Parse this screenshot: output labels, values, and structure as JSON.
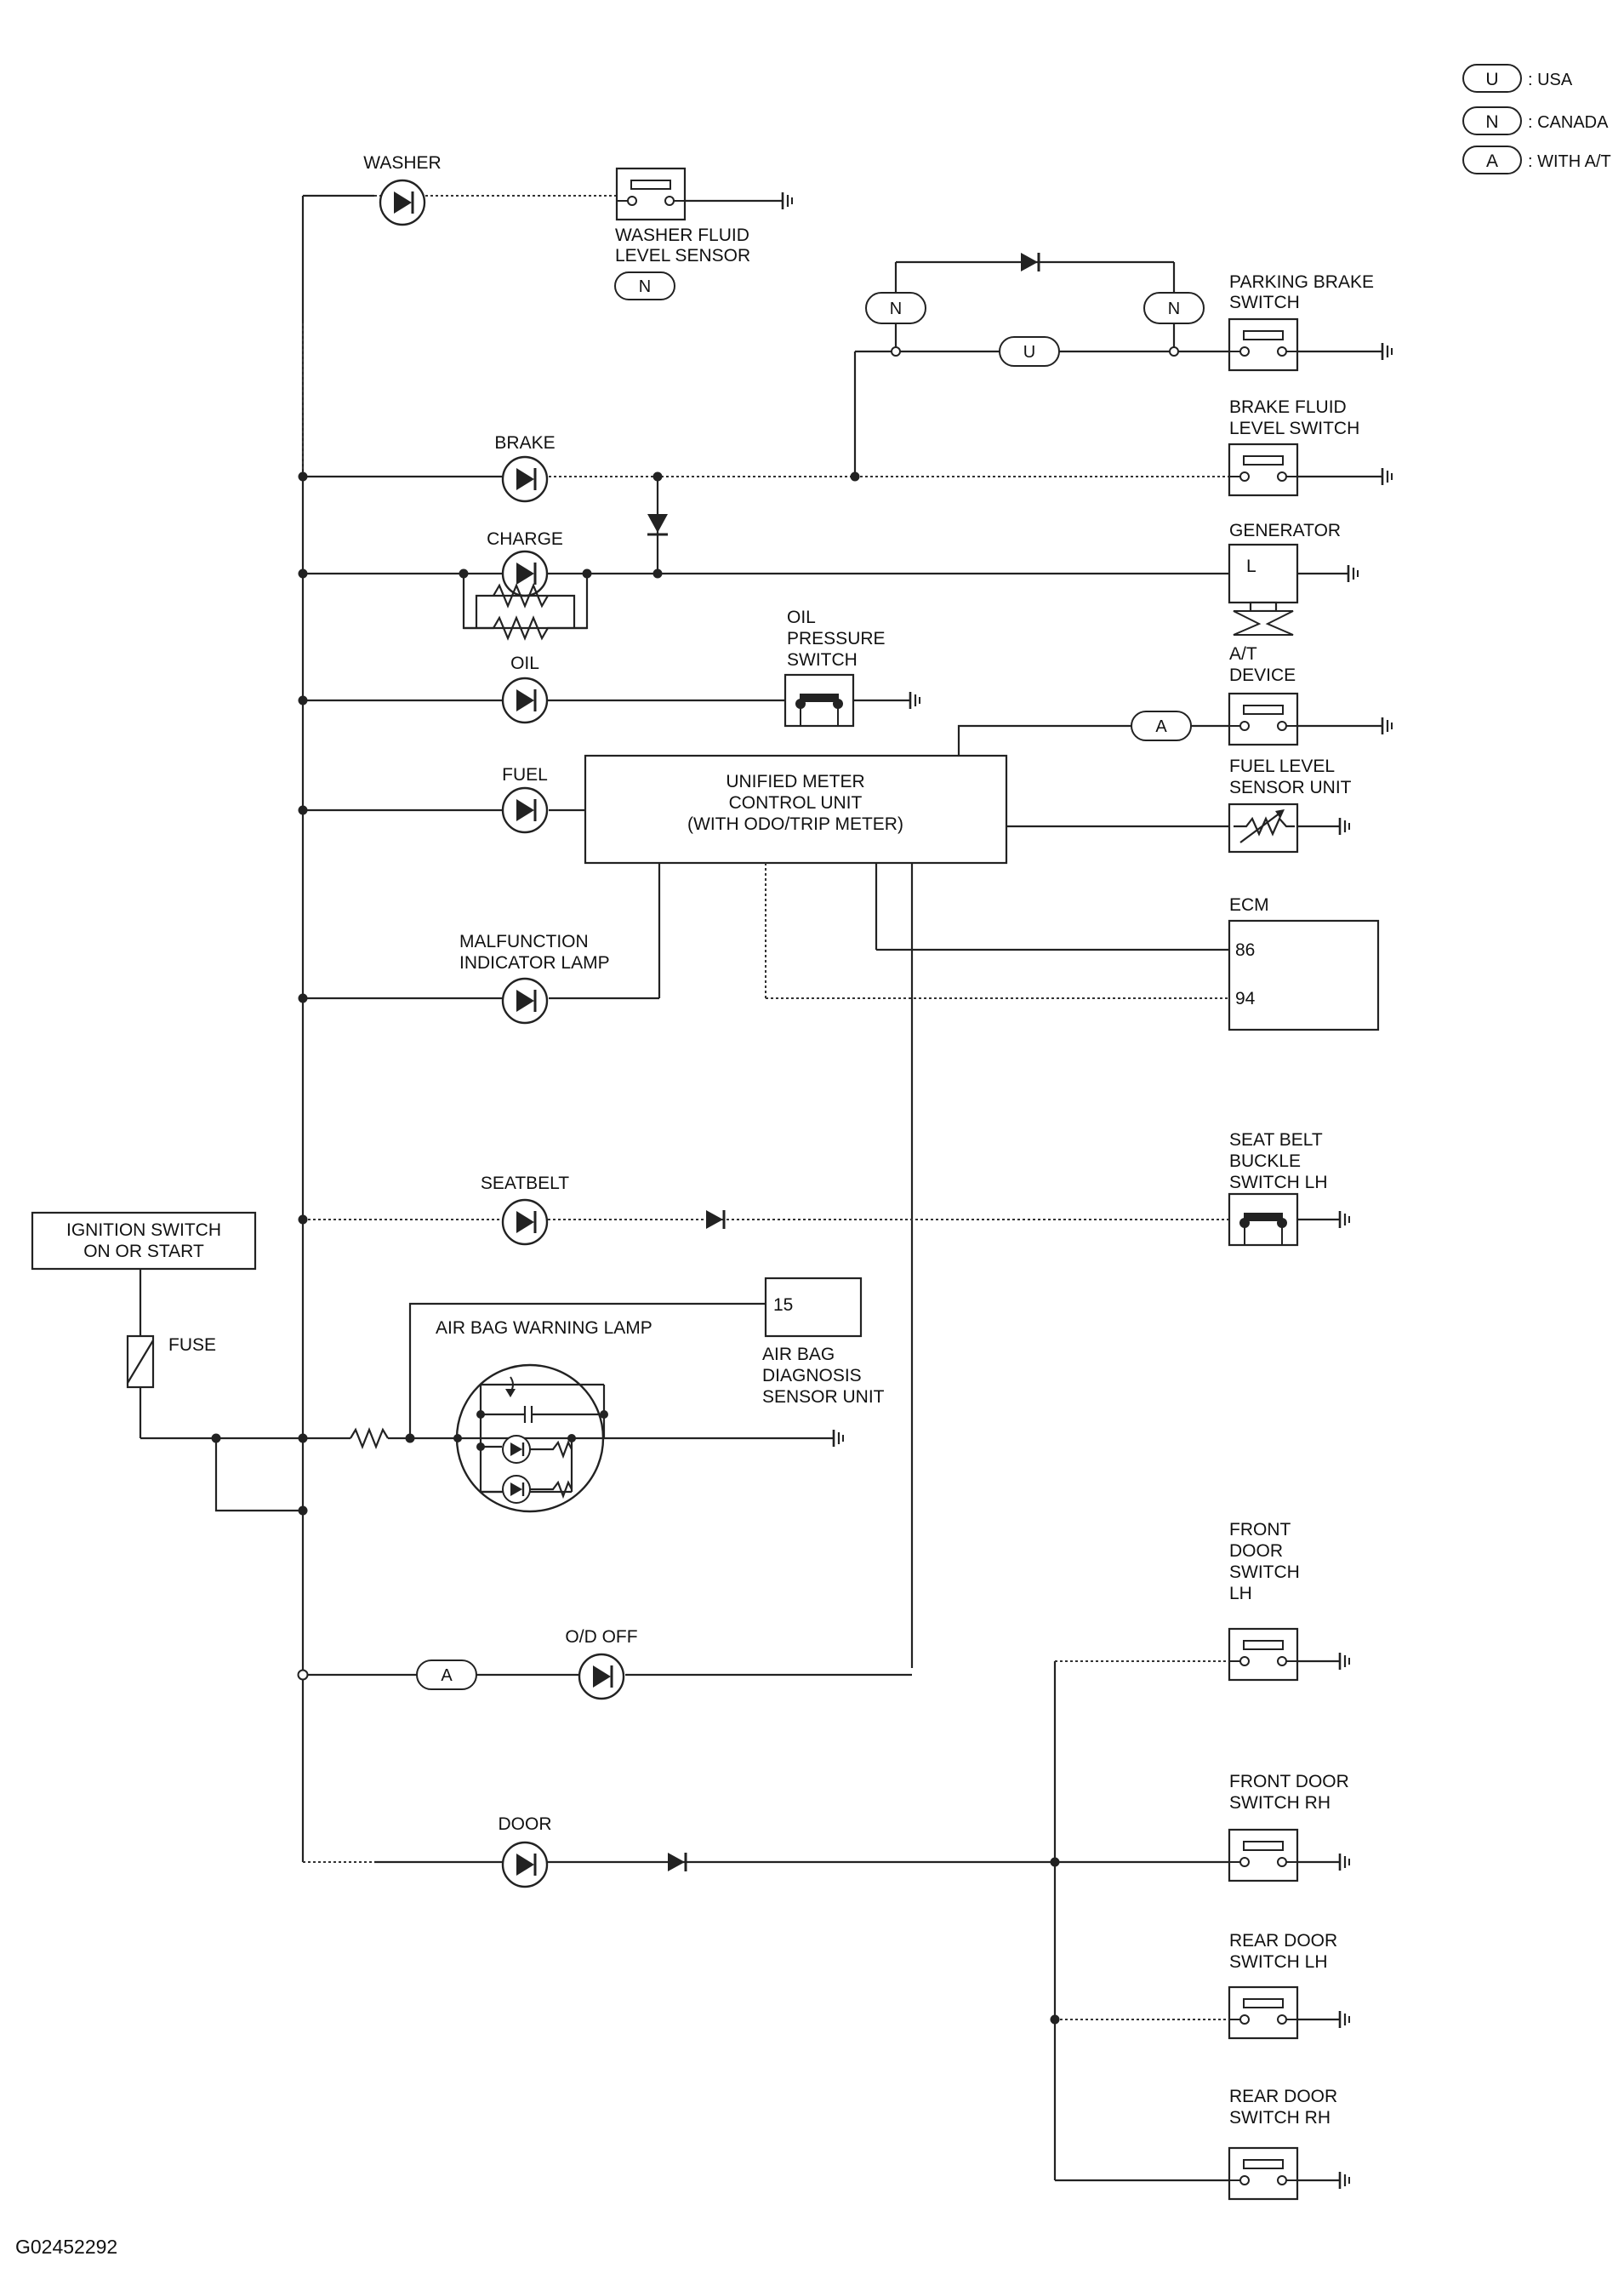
{
  "legend": [
    {
      "code": "U",
      "text": ": USA"
    },
    {
      "code": "N",
      "text": ": CANADA"
    },
    {
      "code": "A",
      "text": ": WITH A/T"
    }
  ],
  "lamps": {
    "washer": "WASHER",
    "brake": "BRAKE",
    "charge": "CHARGE",
    "oil": "OIL",
    "fuel": "FUEL",
    "mil_1": "MALFUNCTION",
    "mil_2": "INDICATOR LAMP",
    "seatbelt": "SEATBELT",
    "airbag": "AIR BAG WARNING LAMP",
    "od_off": "O/D OFF",
    "door": "DOOR"
  },
  "components": {
    "washer_sensor_1": "WASHER FLUID",
    "washer_sensor_2": "LEVEL SENSOR",
    "parking_brake_1": "PARKING BRAKE",
    "parking_brake_2": "SWITCH",
    "brake_fluid_1": "BRAKE FLUID",
    "brake_fluid_2": "LEVEL SWITCH",
    "generator": "GENERATOR",
    "generator_terminal": "L",
    "oil_pressure_1": "OIL",
    "oil_pressure_2": "PRESSURE",
    "oil_pressure_3": "SWITCH",
    "at_device_1": "A/T",
    "at_device_2": "DEVICE",
    "fuel_level_1": "FUEL LEVEL",
    "fuel_level_2": "SENSOR UNIT",
    "meter_1": "UNIFIED METER",
    "meter_2": "CONTROL UNIT",
    "meter_3": "(WITH ODO/TRIP METER)",
    "ecm": "ECM",
    "ecm_pin_1": "86",
    "ecm_pin_2": "94",
    "seatbelt_sw_1": "SEAT BELT",
    "seatbelt_sw_2": "BUCKLE",
    "seatbelt_sw_3": "SWITCH LH",
    "ignition_1": "IGNITION SWITCH",
    "ignition_2": "ON OR START",
    "fuse": "FUSE",
    "airbag_unit_pin": "15",
    "airbag_unit_1": "AIR BAG",
    "airbag_unit_2": "DIAGNOSIS",
    "airbag_unit_3": "SENSOR UNIT",
    "front_door_lh_1": "FRONT",
    "front_door_lh_2": "DOOR",
    "front_door_lh_3": "SWITCH",
    "front_door_lh_4": "LH",
    "front_door_rh_1": "FRONT DOOR",
    "front_door_rh_2": "SWITCH RH",
    "rear_door_lh_1": "REAR DOOR",
    "rear_door_lh_2": "SWITCH LH",
    "rear_door_rh_1": "REAR DOOR",
    "rear_door_rh_2": "SWITCH RH"
  },
  "tags": {
    "n": "N",
    "u": "U",
    "a": "A"
  },
  "figure_id": "G02452292"
}
